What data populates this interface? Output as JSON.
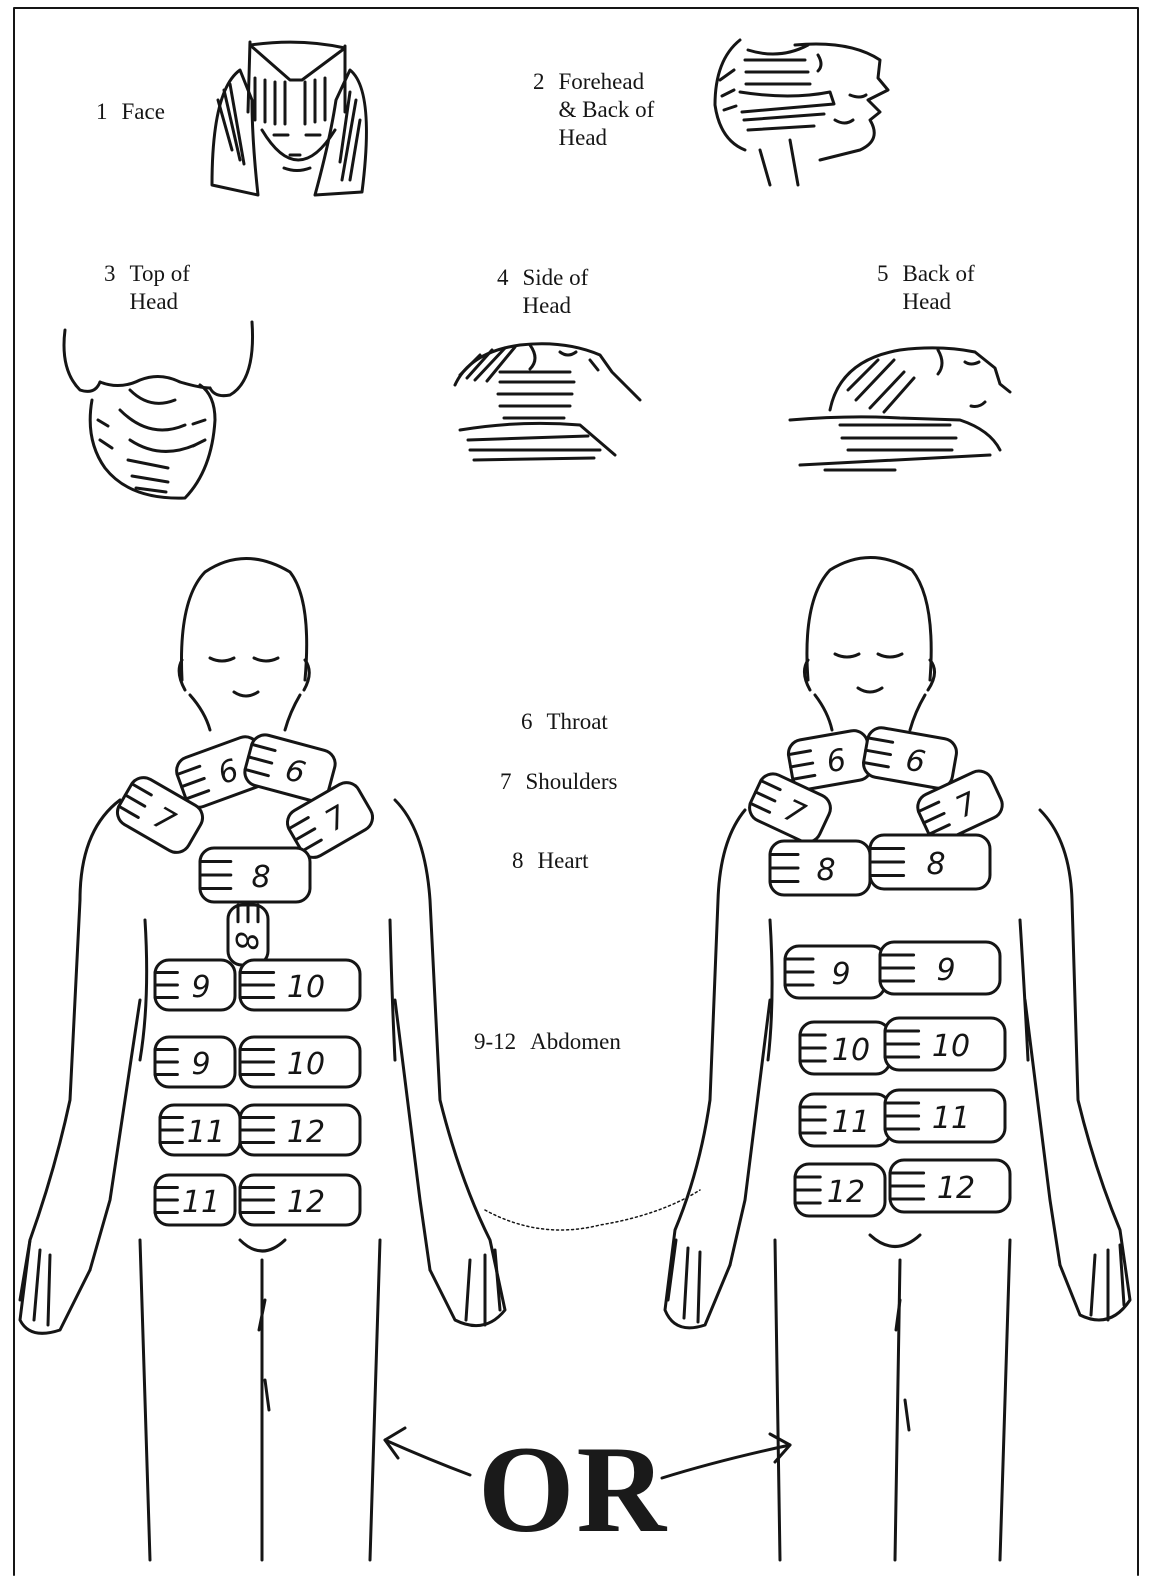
{
  "positions": [
    {
      "number": "1",
      "lines": [
        "Face"
      ]
    },
    {
      "number": "2",
      "lines": [
        "Forehead",
        "& Back of",
        "Head"
      ]
    },
    {
      "number": "3",
      "lines": [
        "Top of",
        "Head"
      ]
    },
    {
      "number": "4",
      "lines": [
        "Side of",
        "Head"
      ]
    },
    {
      "number": "5",
      "lines": [
        "Back of",
        "Head"
      ]
    },
    {
      "number": "6",
      "lines": [
        "Throat"
      ]
    },
    {
      "number": "7",
      "lines": [
        "Shoulders"
      ]
    },
    {
      "number": "8",
      "lines": [
        "Heart"
      ]
    },
    {
      "number": "9-12",
      "lines": [
        "Abdomen"
      ]
    }
  ],
  "separator": "OR",
  "left_figure_hand_numbers": [
    "6",
    "6",
    "7",
    "7",
    "8",
    "8",
    "9",
    "10",
    "9",
    "10",
    "11",
    "12",
    "11",
    "12"
  ],
  "right_figure_hand_numbers": [
    "6",
    "6",
    "7",
    "7",
    "8",
    "8",
    "9",
    "9",
    "10",
    "10",
    "11",
    "11",
    "12",
    "12"
  ],
  "colors": {
    "ink": "#151515",
    "paper": "#ffffff"
  }
}
